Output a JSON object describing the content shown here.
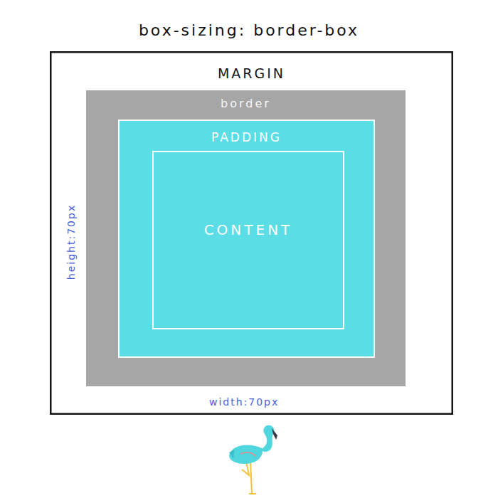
{
  "diagram": {
    "title": "box-sizing: border-box",
    "nodes": [
      {
        "text": [
          "MARGIN"
        ]
      },
      {
        "text": [
          "border"
        ],
        "in": 0
      },
      {
        "text": [
          "PADDING"
        ],
        "in": 1
      },
      {
        "text": [
          "CONTENT"
        ],
        "in": 2
      }
    ],
    "labels": [
      "height:70px",
      "width:70px"
    ]
  }
}
